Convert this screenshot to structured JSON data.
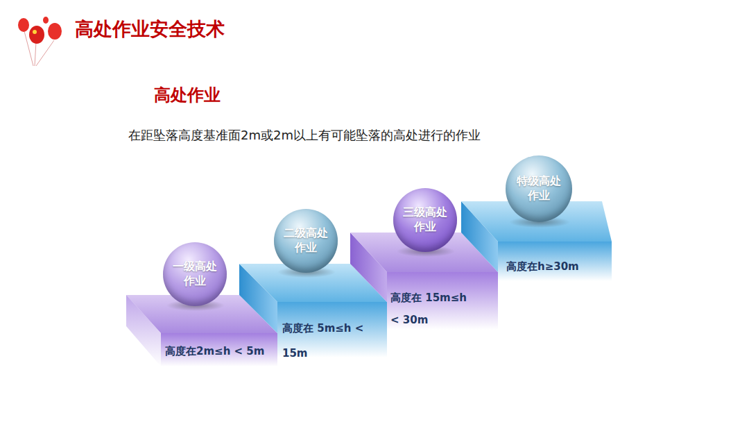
{
  "diagram": {
    "title": "高处作业安全技术",
    "nodes": [
      {
        "text": [
          "一级高处作业"
        ]
      },
      {
        "text": [
          "二级高处作业"
        ]
      },
      {
        "text": [
          "三级高处作业"
        ]
      },
      {
        "text": [
          "特级高处作业"
        ]
      }
    ],
    "labels": [
      "高处作业",
      "在距坠落高度基准面2m或2m以上有可能坠落的高处进行的作业",
      "高度在2m≤h < 5m",
      "高度在 5m≤h < 15m",
      "高度在 15m≤h < 30m",
      "高度在h≥30m"
    ]
  }
}
